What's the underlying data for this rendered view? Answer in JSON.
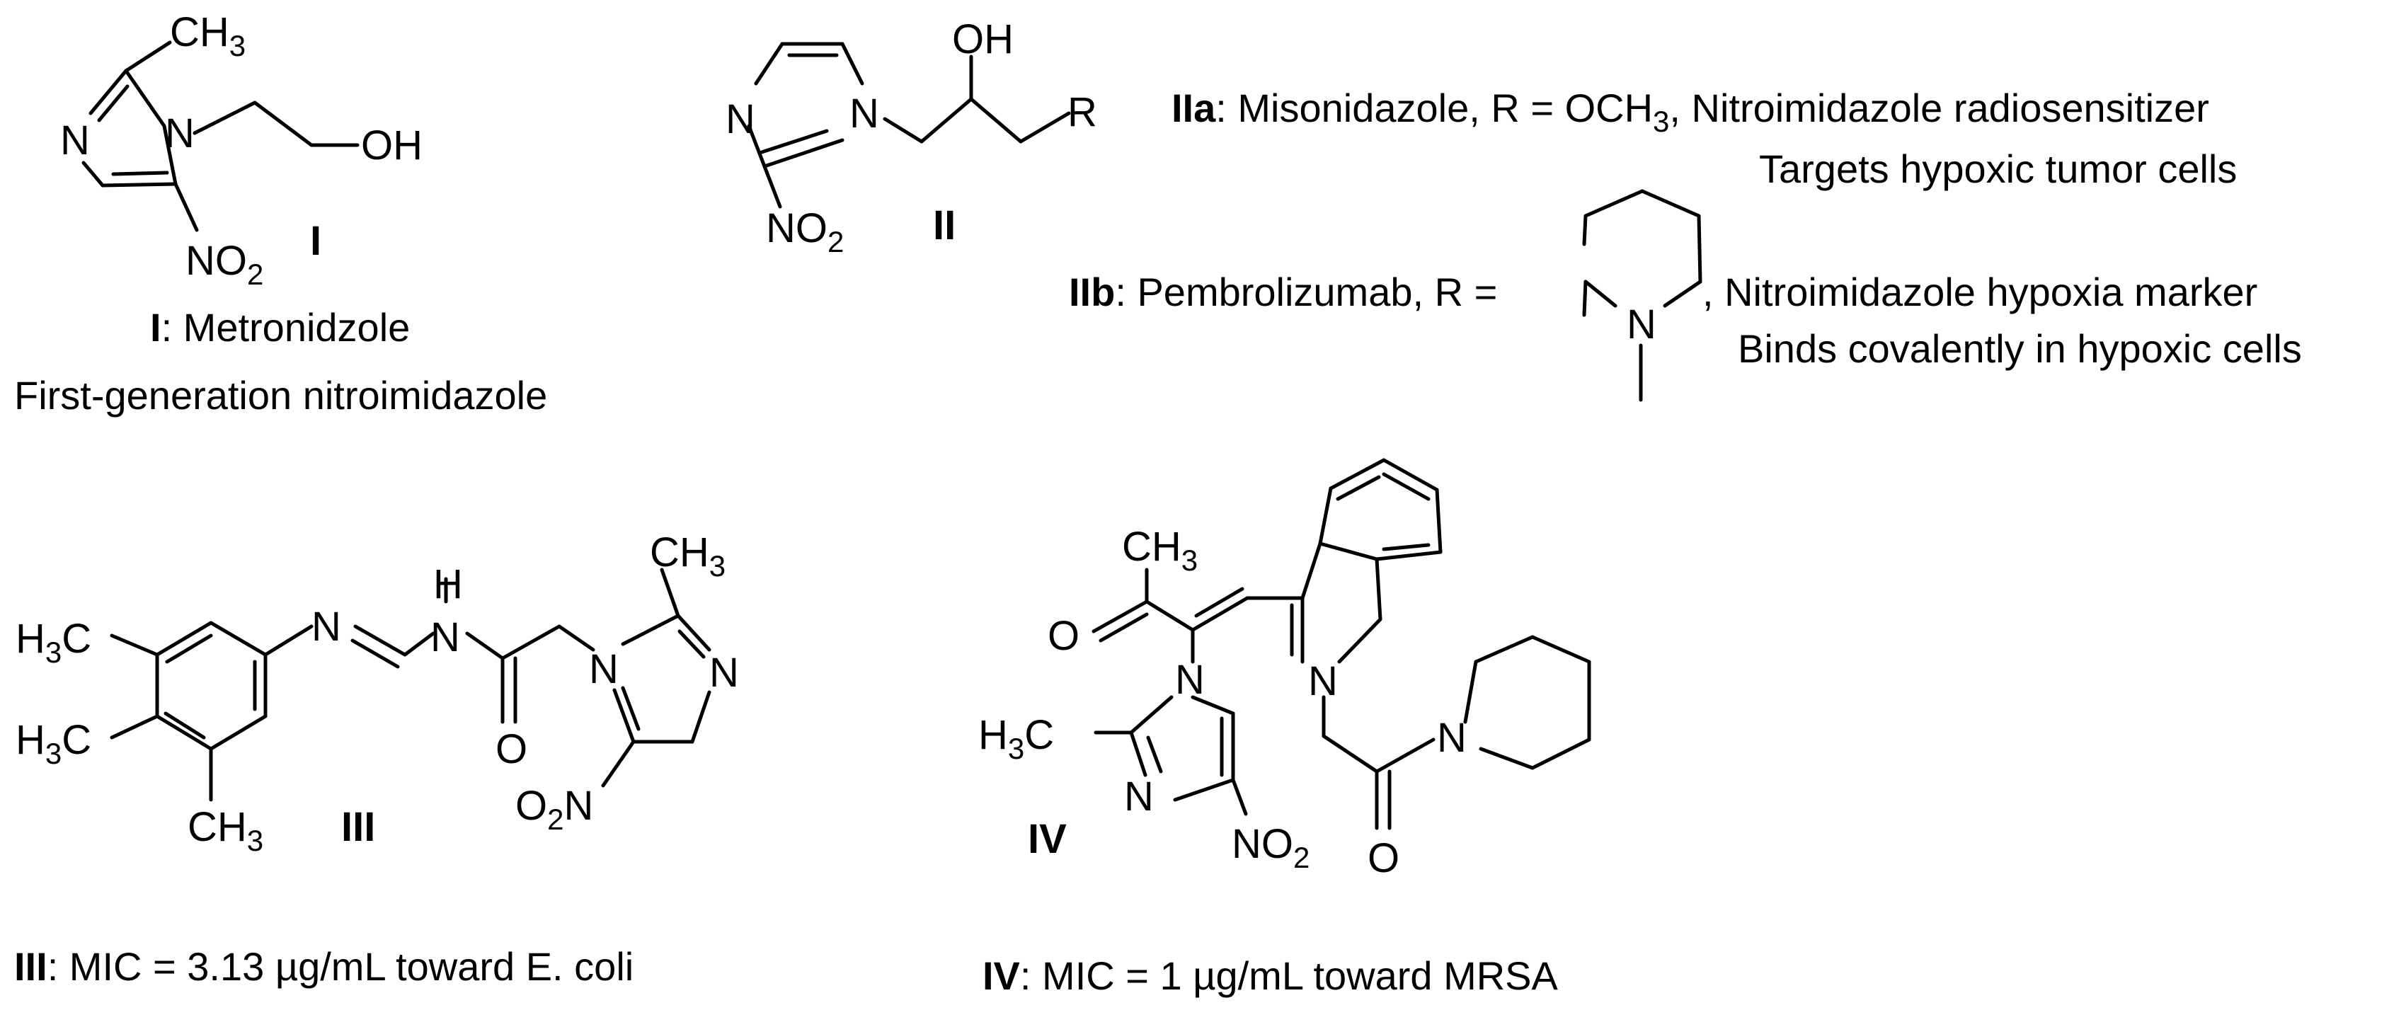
{
  "atoms": {
    "ch3": "CH",
    "three": "3",
    "n": "N",
    "oh": "OH",
    "no2_no": "NO",
    "two": "2",
    "o": "O",
    "h": "H",
    "r": "R",
    "h3c_h": "H",
    "h3c_c": "C",
    "o2n_o": "O",
    "o2n_n": "N"
  },
  "labels": {
    "I": "I",
    "II": "II",
    "III": "III",
    "IV": "IV"
  },
  "captions": {
    "I": {
      "bold": "I",
      "rest": ": Metronidzole",
      "line2": "First-generation nitroimidazole"
    },
    "IIa": {
      "bold": "IIa",
      "rest": ": Misonidazole, R = OCH",
      "sub": "3",
      "tail": ",  Nitroimidazole radiosensitizer",
      "line2": "Targets hypoxic tumor cells"
    },
    "IIb": {
      "bold": "IIb",
      "rest": ": Pembrolizumab, R =",
      "tail": ", Nitroimidazole hypoxia marker",
      "line2": "Binds covalently in hypoxic cells"
    },
    "III": {
      "bold": "III",
      "rest": ": MIC = 3.13 µg/mL toward E. coli"
    },
    "IV": {
      "bold": "IV",
      "rest": ": MIC = 1 µg/mL toward MRSA"
    }
  }
}
